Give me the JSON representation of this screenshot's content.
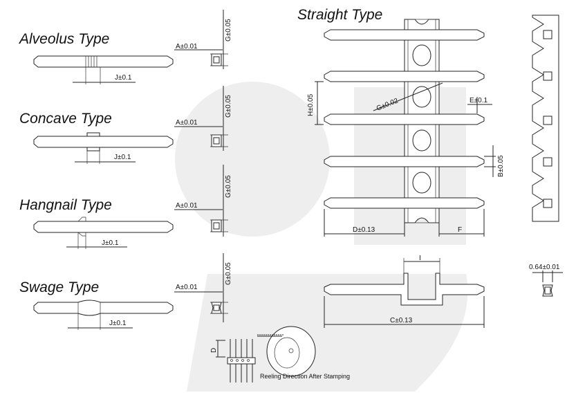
{
  "types": {
    "alveolus": "Alveolus Type",
    "concave": "Concave Type",
    "hangnail": "Hangnail Type",
    "swage": "Swage Type",
    "straight": "Straight Type"
  },
  "dims": {
    "a": "A±0.01",
    "g": "G±0.05",
    "j": "J±0.1",
    "h": "H±0.05",
    "g_pitch": "G±0.02",
    "e": "E±0.1",
    "b": "B±0.05",
    "d": "D±0.13",
    "f": "F",
    "c": "C±0.13",
    "i": "I",
    "d_short": "D",
    "width": "0.64±0.01"
  },
  "notes": {
    "reeling": "Reeling Direction After Stamping"
  },
  "colors": {
    "line": "#222222",
    "watermark": "#efefef"
  }
}
